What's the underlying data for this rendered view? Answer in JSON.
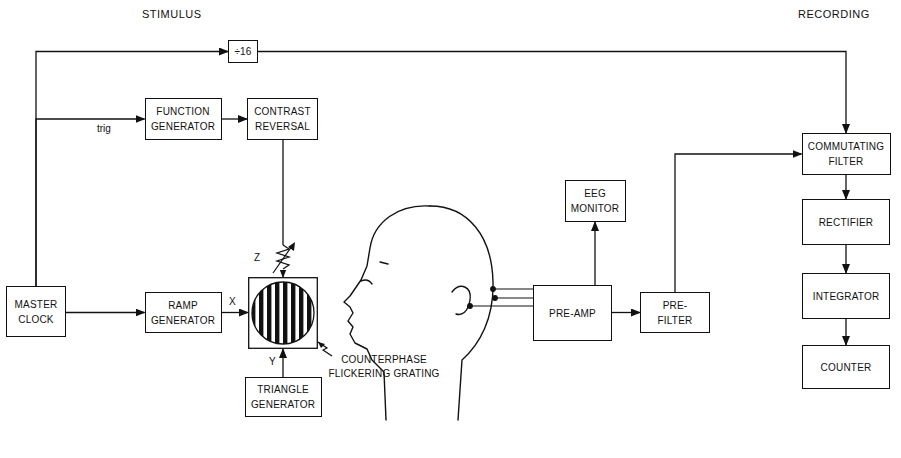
{
  "diagram": {
    "nodes": [
      {
        "text": [
          "MASTER CLOCK"
        ]
      },
      {
        "text": [
          "÷16"
        ]
      },
      {
        "text": [
          "FUNCTION GENERATOR"
        ]
      },
      {
        "text": [
          "CONTRAST REVERSAL"
        ]
      },
      {
        "text": [
          "RAMP GENERATOR"
        ]
      },
      {
        "text": [
          "COUNTERPHASE FLICKERING GRATING"
        ]
      },
      {
        "text": [
          "TRIANGLE GENERATOR"
        ]
      },
      {
        "text": [
          "PRE-AMP"
        ]
      },
      {
        "text": [
          "EEG MONITOR"
        ]
      },
      {
        "text": [
          "PRE-FILTER"
        ]
      },
      {
        "text": [
          "COMMUTATING FILTER"
        ]
      },
      {
        "text": [
          "RECTIFIER"
        ]
      },
      {
        "text": [
          "INTEGRATOR"
        ]
      },
      {
        "text": [
          "COUNTER"
        ]
      }
    ],
    "edges": [
      {
        "from": 0,
        "to": 1,
        "arrow": "to"
      },
      {
        "from": 0,
        "to": 2,
        "label": "trig",
        "arrow": "to"
      },
      {
        "from": 0,
        "to": 4,
        "arrow": "to"
      },
      {
        "from": 1,
        "to": 10,
        "arrow": "to"
      },
      {
        "from": 2,
        "to": 3,
        "arrow": "to"
      },
      {
        "from": 3,
        "to": 5,
        "label": "Z",
        "arrow": "to"
      },
      {
        "from": 4,
        "to": 5,
        "label": "X",
        "arrow": "to"
      },
      {
        "from": 6,
        "to": 5,
        "label": "Y",
        "arrow": "to"
      },
      {
        "from": 7,
        "to": 8,
        "arrow": "to"
      },
      {
        "from": 7,
        "to": 9,
        "arrow": "to"
      },
      {
        "from": 9,
        "to": 10,
        "arrow": "to"
      },
      {
        "from": 10,
        "to": 11,
        "arrow": "to"
      },
      {
        "from": 11,
        "to": 12,
        "arrow": "to"
      },
      {
        "from": 12,
        "to": 13,
        "arrow": "to"
      }
    ],
    "labels": [
      "STIMULUS",
      "RECORDING"
    ]
  }
}
